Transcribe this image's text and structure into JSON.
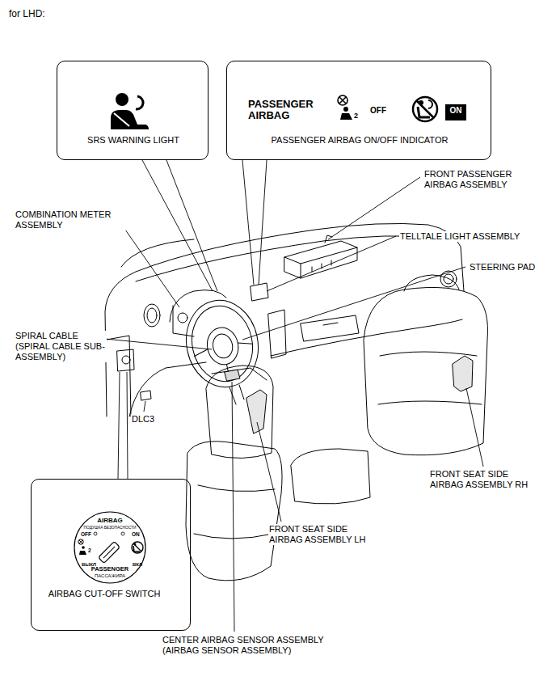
{
  "diagram": {
    "nodes": [
      {
        "text": [
          "SRS WARNING LIGHT"
        ]
      },
      {
        "text": [
          "PASSENGER AIRBAG",
          "2",
          "OFF",
          "PASSENGER AIRBAG ON/OFF INDICATOR"
        ]
      },
      {
        "text": [
          "ON"
        ],
        "in": 1
      },
      {
        "text": [
          "AIRBAG CUT-OFF SWITCH"
        ]
      },
      {
        "text": [
          "AIRBAG",
          "ПОДУШКА БЕЗОПАСНОСТИ",
          "OFF",
          "ON",
          "2",
          "ВЫКЛ",
          "ВКЛ",
          "PASSENGER",
          "ПАССАЖИРА"
        ],
        "in": 3
      }
    ],
    "labels": [
      "for LHD:",
      "FRONT PASSENGER AIRBAG ASSEMBLY",
      "COMBINATION METER ASSEMBLY",
      "TELLTALE LIGHT ASSEMBLY",
      "STEERING PAD",
      "SPIRAL CABLE (SPIRAL CABLE SUB-ASSEMBLY)",
      "DLC3",
      "FRONT SEAT SIDE AIRBAG ASSEMBLY RH",
      "FRONT SEAT SIDE AIRBAG ASSEMBLY LH",
      "CENTER AIRBAG SENSOR ASSEMBLY (AIRBAG SENSOR ASSEMBLY)"
    ]
  }
}
